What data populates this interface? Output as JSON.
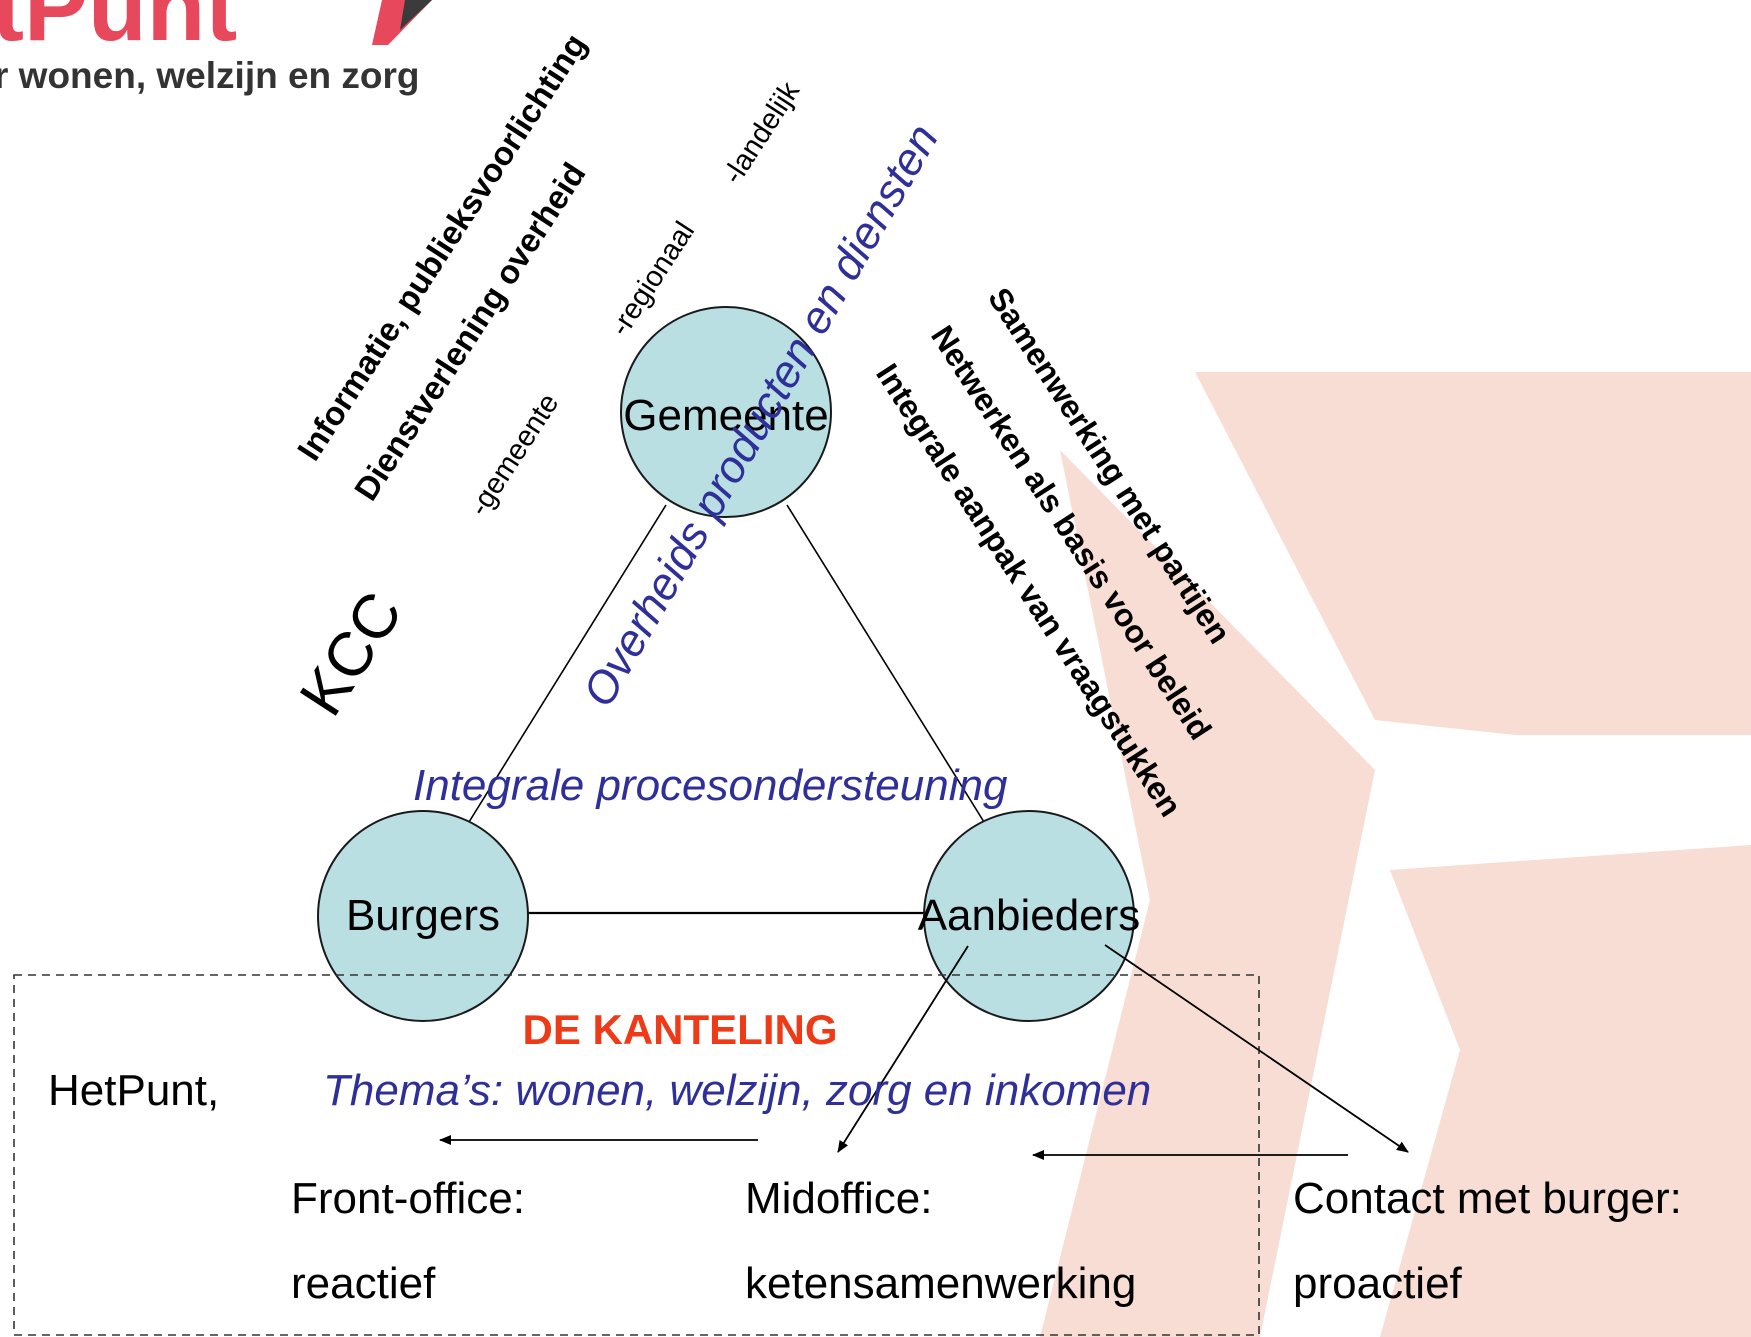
{
  "logo": {
    "brand_fragment": "tPunt",
    "tagline": "r wonen, welzijn en zorg",
    "brand_color": "#e8485c"
  },
  "diagram": {
    "nodes": {
      "gemeente": "Gemeente",
      "burgers": "Burgers",
      "aanbieders": "Aanbieders"
    },
    "upper_left_labels": {
      "informatie": "Informatie, publieksvoorlichting",
      "dienstverlening": "Dienstverlening overheid",
      "levels": {
        "gemeente": "-gemeente",
        "regionaal": "-regionaal",
        "landelijk": "-landelijk"
      }
    },
    "kcc": "KCC",
    "overheids_producten": "Overheids producten en diensten",
    "right_labels": {
      "samenwerking": "Samenwerking met partijen",
      "netwerken": "Netwerken als basis voor beleid",
      "integrale_aanpak": "Integrale aanpak van vraagstukken"
    },
    "integrale_procesondersteuning": "Integrale procesondersteuning"
  },
  "kanteling": {
    "title": "DE KANTELING",
    "hetpunt": "HetPunt,",
    "themas": "Thema’s: wonen, welzijn, zorg en inkomen",
    "front_office": {
      "label": "Front-office:",
      "value": "reactief"
    },
    "midoffice": {
      "label": "Midoffice:",
      "value": "ketensamenwerking"
    },
    "contact": {
      "label": "Contact met burger:",
      "value": "proactief"
    }
  },
  "colors": {
    "node_fill": "#b9dfe3",
    "node_stroke": "#1a1a1a",
    "accent_blue": "#2f2f9a",
    "kanteling_red": "#ee3a16",
    "background_shape": "#f7ddd3"
  }
}
